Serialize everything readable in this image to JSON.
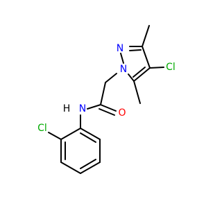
{
  "molecule": {
    "labels": {
      "n_pyrazole_1": "N",
      "n_pyrazole_2": "N",
      "cl_pyrazole": "Cl",
      "n_amide": "N",
      "h_amide": "H",
      "o_carbonyl": "O",
      "cl_phenyl": "Cl"
    },
    "colors": {
      "bond": "#000000",
      "nitrogen": "#0000ff",
      "oxygen": "#ff0000",
      "chlorine": "#00aa00",
      "carbon": "#000000"
    }
  }
}
